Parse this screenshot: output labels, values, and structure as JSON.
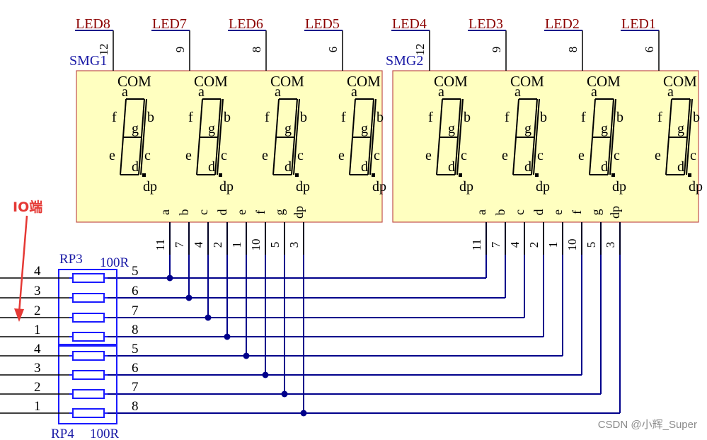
{
  "io_label": "IO端",
  "watermark": "CSDN @小辉_Super",
  "modules": [
    {
      "name": "SMG1",
      "leds": [
        {
          "net": "LED8",
          "pin": "12"
        },
        {
          "net": "LED7",
          "pin": "9"
        },
        {
          "net": "LED6",
          "pin": "8"
        },
        {
          "net": "LED5",
          "pin": "6"
        }
      ]
    },
    {
      "name": "SMG2",
      "leds": [
        {
          "net": "LED4",
          "pin": "12"
        },
        {
          "net": "LED3",
          "pin": "9"
        },
        {
          "net": "LED2",
          "pin": "8"
        },
        {
          "net": "LED1",
          "pin": "6"
        }
      ]
    }
  ],
  "digit": {
    "com": "COM",
    "segments": {
      "a": "a",
      "b": "b",
      "c": "c",
      "d": "d",
      "e": "e",
      "f": "f",
      "g": "g",
      "dp": "dp"
    }
  },
  "segment_pins": [
    {
      "seg": "a",
      "pin": "11"
    },
    {
      "seg": "b",
      "pin": "7"
    },
    {
      "seg": "c",
      "pin": "4"
    },
    {
      "seg": "d",
      "pin": "2"
    },
    {
      "seg": "e",
      "pin": "1"
    },
    {
      "seg": "f",
      "pin": "10"
    },
    {
      "seg": "g",
      "pin": "5"
    },
    {
      "seg": "dp",
      "pin": "3"
    }
  ],
  "resistor_networks": [
    {
      "ref": "RP3",
      "value": "100R",
      "left_pins": [
        "4",
        "3",
        "2",
        "1"
      ],
      "right_pins": [
        "5",
        "6",
        "7",
        "8"
      ]
    },
    {
      "ref": "RP4",
      "value": "100R",
      "left_pins": [
        "4",
        "3",
        "2",
        "1"
      ],
      "right_pins": [
        "5",
        "6",
        "7",
        "8"
      ]
    }
  ],
  "colors": {
    "module_fill": "#ffffc0",
    "module_border": "#c0504d",
    "wire": "#00008b",
    "component": "#1a1aff",
    "net_label": "#8b0000",
    "designator": "#1a1aa6",
    "arrow": "#e53935"
  }
}
